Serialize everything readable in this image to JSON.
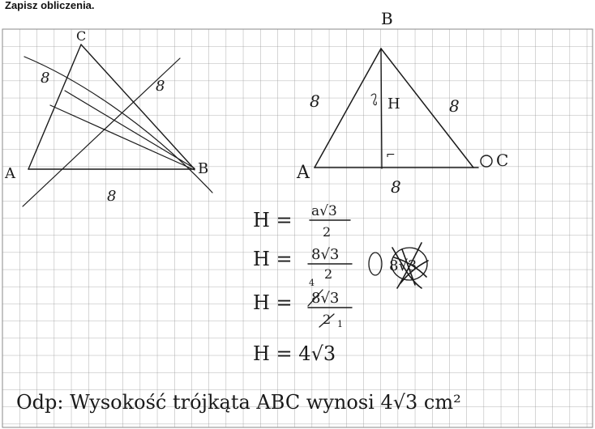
{
  "header": {
    "instruction": "Zapisz obliczenia."
  },
  "sketch_left": {
    "vertex_a": "A",
    "vertex_b": "B",
    "vertex_c": "C",
    "side_left": "8",
    "side_right": "8",
    "side_bottom": "8"
  },
  "sketch_right": {
    "vertex_top": "B",
    "vertex_left": "A",
    "vertex_right": "C",
    "side_left": "8",
    "side_right": "8",
    "side_bottom": "8",
    "height_label": "H",
    "right_angle_mark": "⌐"
  },
  "calculations": {
    "line1_lhs": "H =",
    "line1_num": "a√3",
    "line1_den": "2",
    "line2_lhs": "H =",
    "line2_num": "8√3",
    "line2_den": "2",
    "line3_lhs": "H =",
    "line3_num": "8√3",
    "line3_den": "2",
    "line3_cancel_top": "4",
    "line3_cancel_bottom": "1",
    "line4": "H = 4√3",
    "scribble_text": "8√3"
  },
  "answer": {
    "text": "Odp: Wysokość trójkąta ABC wynosi 4√3 cm²"
  }
}
